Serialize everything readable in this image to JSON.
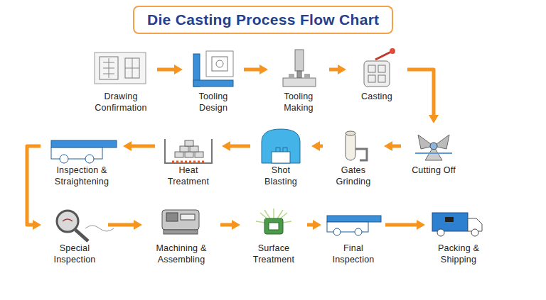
{
  "diagram": {
    "title": "Die Casting Process Flow Chart",
    "nodes": [
      {
        "text": [
          "Drawing Confirmation"
        ]
      },
      {
        "text": [
          "Tooling Design"
        ]
      },
      {
        "text": [
          "Tooling Making"
        ]
      },
      {
        "text": [
          "Casting"
        ]
      },
      {
        "text": [
          "Cutting Off"
        ]
      },
      {
        "text": [
          "Gates Grinding"
        ]
      },
      {
        "text": [
          "Shot Blasting"
        ]
      },
      {
        "text": [
          "Heat Treatment"
        ]
      },
      {
        "text": [
          "Inspection & Straightening"
        ]
      },
      {
        "text": [
          "Special Inspection"
        ]
      },
      {
        "text": [
          "Machining & Assembling"
        ]
      },
      {
        "text": [
          "Surface Treatment"
        ]
      },
      {
        "text": [
          "Final Inspection"
        ]
      },
      {
        "text": [
          "Packing & Shipping"
        ]
      }
    ],
    "edges": [
      {
        "from": 0,
        "to": 1,
        "arrow": "to"
      },
      {
        "from": 1,
        "to": 2,
        "arrow": "to"
      },
      {
        "from": 2,
        "to": 3,
        "arrow": "to"
      },
      {
        "from": 3,
        "to": 4,
        "arrow": "to"
      },
      {
        "from": 4,
        "to": 5,
        "arrow": "to"
      },
      {
        "from": 5,
        "to": 6,
        "arrow": "to"
      },
      {
        "from": 6,
        "to": 7,
        "arrow": "to"
      },
      {
        "from": 7,
        "to": 8,
        "arrow": "to"
      },
      {
        "from": 8,
        "to": 9,
        "arrow": "to"
      },
      {
        "from": 9,
        "to": 10,
        "arrow": "to"
      },
      {
        "from": 10,
        "to": 11,
        "arrow": "to"
      },
      {
        "from": 11,
        "to": 12,
        "arrow": "to"
      },
      {
        "from": 12,
        "to": 13,
        "arrow": "to"
      }
    ]
  }
}
